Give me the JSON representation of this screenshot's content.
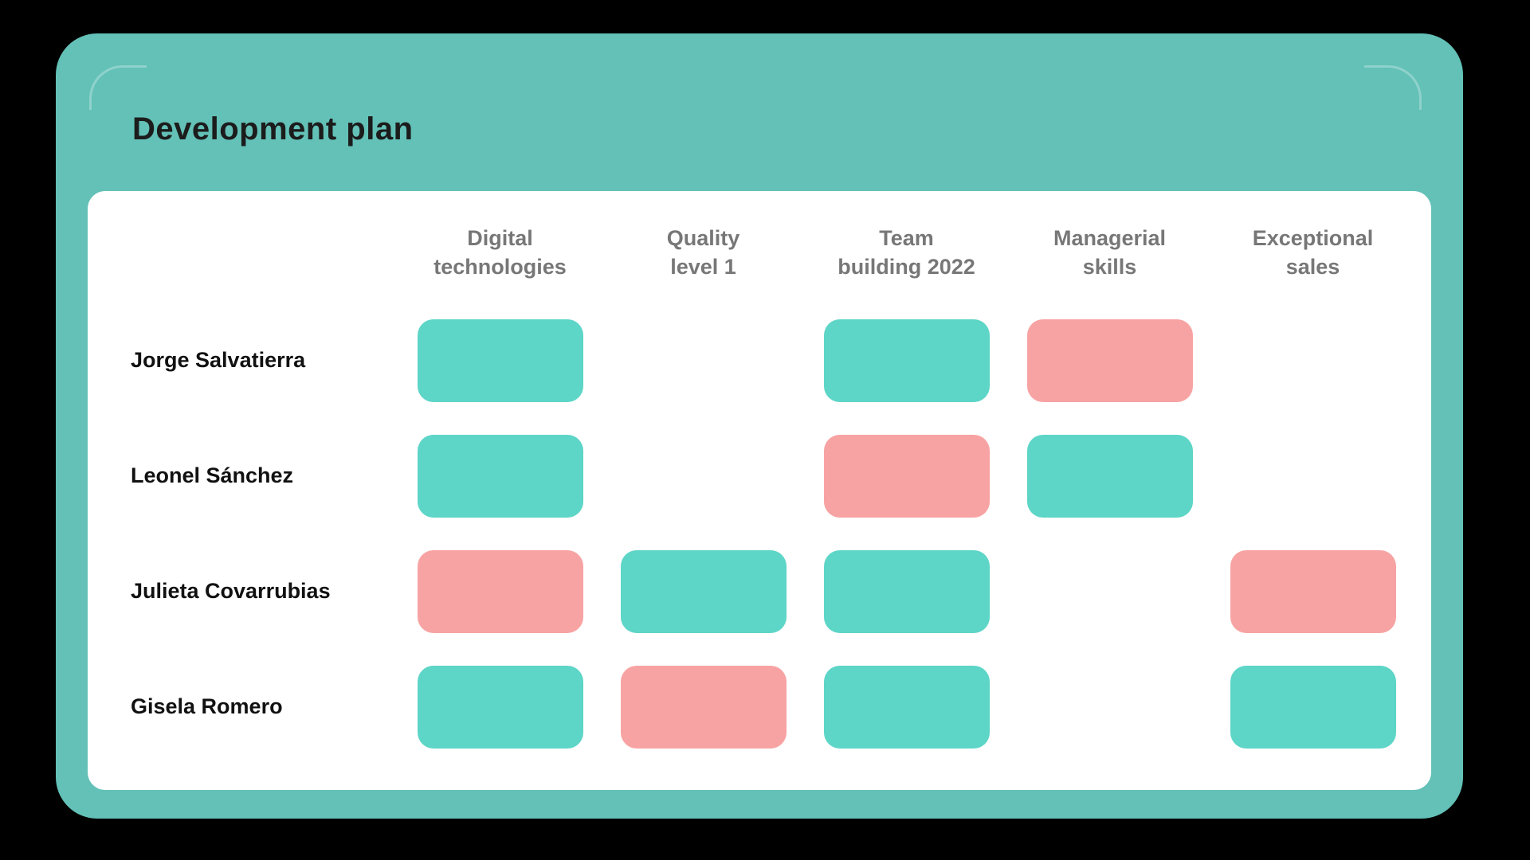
{
  "page": {
    "title": "Development plan",
    "background": "#000000"
  },
  "card": {
    "background": "#63c1b7",
    "panel_background": "#ffffff"
  },
  "chart_data": {
    "type": "table",
    "title": "Development plan",
    "columns": [
      "Digital\ntechnologies",
      "Quality\nlevel 1",
      "Team\nbuilding 2022",
      "Managerial\nskills",
      "Exceptional\nsales"
    ],
    "rows": [
      {
        "name": "Jorge Salvatierra",
        "cells": [
          "teal",
          "none",
          "teal",
          "pink",
          "none"
        ]
      },
      {
        "name": "Leonel Sánchez",
        "cells": [
          "teal",
          "none",
          "pink",
          "teal",
          "none"
        ]
      },
      {
        "name": "Julieta Covarrubias",
        "cells": [
          "pink",
          "teal",
          "teal",
          "none",
          "pink"
        ]
      },
      {
        "name": "Gisela Romero",
        "cells": [
          "teal",
          "pink",
          "teal",
          "none",
          "teal"
        ]
      }
    ],
    "cell_colors": {
      "teal": "#5dd5c7",
      "pink": "#f8a3a3"
    },
    "grid": false,
    "legend_position": "none",
    "header_text_color": "#777777",
    "row_label_color": "#111111"
  }
}
